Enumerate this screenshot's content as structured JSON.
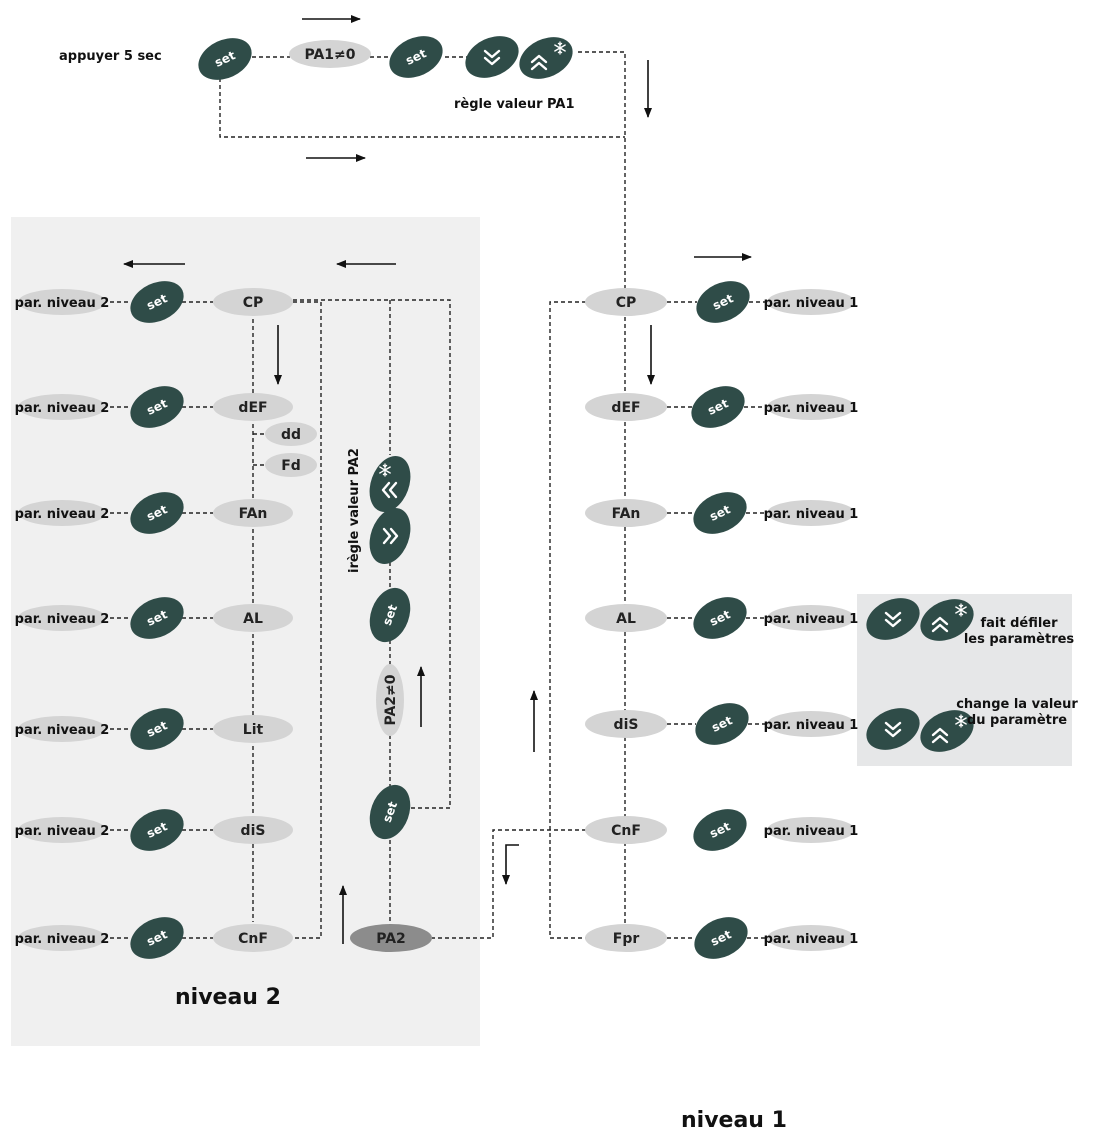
{
  "top": {
    "press_label": "appuyer 5 sec",
    "pa1_pill": "PA1≠0",
    "pa1_caption": "règle valeur PA1"
  },
  "buttons": {
    "set_label": "set"
  },
  "level2": {
    "title": "niveau 2",
    "par_label": "par. niveau 2",
    "params": [
      "CP",
      "dEF",
      "FAn",
      "AL",
      "Lit",
      "diS",
      "CnF"
    ],
    "sub_params": [
      "dd",
      "Fd"
    ],
    "pa2_caption": "irègle valeur PA2",
    "pa2_pill": "PA2≠0",
    "pa2_node": "PA2"
  },
  "level1": {
    "title": "niveau 1",
    "par_label": "par. niveau 1",
    "params": [
      "CP",
      "dEF",
      "FAn",
      "AL",
      "diS",
      "CnF",
      "Fpr"
    ]
  },
  "legend": {
    "scroll_text": [
      "fait défiler",
      "les paramètres"
    ],
    "change_text": [
      "change la valeur",
      "du paramètre"
    ]
  },
  "icons": [
    "chevron-down-icon",
    "chevron-up-snowflake-icon",
    "chevron-left-snowflake-icon",
    "chevron-right-icon"
  ],
  "colors": {
    "set_button": "#2f4c48",
    "pill": "#d4d4d4",
    "pa2_node": "#8c8c8c",
    "panel": "#f0f0f0",
    "legend_panel": "#e6e7e8"
  }
}
